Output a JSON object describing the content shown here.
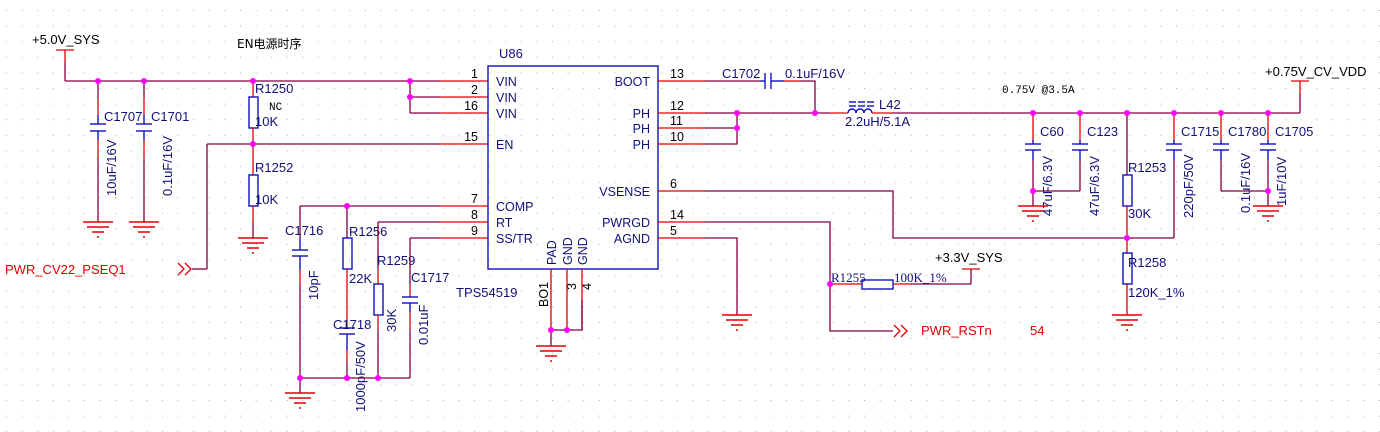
{
  "title": "EN电源时序",
  "nets": {
    "vin_5v": "+5.0V_SYS",
    "vout": "+0.75V_CV_VDD",
    "v33": "+3.3V_SYS",
    "vout_note": "0.75V @3.5A"
  },
  "ports": {
    "pseq": "PWR_CV22_PSEQ1",
    "rstn": "PWR_RSTn",
    "rstn_page": "54"
  },
  "ic": {
    "ref": "U86",
    "part": "TPS54519",
    "left_pins": [
      {
        "num": "1",
        "name": "VIN"
      },
      {
        "num": "2",
        "name": "VIN"
      },
      {
        "num": "16",
        "name": "VIN"
      },
      {
        "num": "15",
        "name": "EN"
      },
      {
        "num": "7",
        "name": "COMP"
      },
      {
        "num": "8",
        "name": "RT"
      },
      {
        "num": "9",
        "name": "SS/TR"
      }
    ],
    "right_pins": [
      {
        "num": "13",
        "name": "BOOT"
      },
      {
        "num": "12",
        "name": "PH"
      },
      {
        "num": "11",
        "name": "PH"
      },
      {
        "num": "10",
        "name": "PH"
      },
      {
        "num": "6",
        "name": "VSENSE"
      },
      {
        "num": "14",
        "name": "PWRGD"
      },
      {
        "num": "5",
        "name": "AGND"
      }
    ],
    "bottom_pins": [
      {
        "num": "BO1",
        "name": "PAD"
      },
      {
        "num": "3",
        "name": "GND"
      },
      {
        "num": "4",
        "name": "GND"
      }
    ]
  },
  "components": {
    "C1707": {
      "ref": "C1707",
      "value": "10uF/16V"
    },
    "C1701": {
      "ref": "C1701",
      "value": "0.1uF/16V"
    },
    "R1250": {
      "ref": "R1250",
      "value": "10K",
      "note": "NC"
    },
    "R1252": {
      "ref": "R1252",
      "value": "10K"
    },
    "C1716": {
      "ref": "C1716",
      "value": "10pF"
    },
    "R1256": {
      "ref": "R1256",
      "value": "22K"
    },
    "C1718": {
      "ref": "C1718",
      "value": "1000pF/50V"
    },
    "R1259": {
      "ref": "R1259",
      "value": "30K"
    },
    "C1717": {
      "ref": "C1717",
      "value": "0.01uF"
    },
    "C1702": {
      "ref": "C1702",
      "value": "0.1uF/16V"
    },
    "L42": {
      "ref": "L42",
      "value": "2.2uH/5.1A"
    },
    "C60": {
      "ref": "C60",
      "value": "47uF/6.3V"
    },
    "C123": {
      "ref": "C123",
      "value": "47uF/6.3V"
    },
    "R1253": {
      "ref": "R1253",
      "value": "30K"
    },
    "C1715": {
      "ref": "C1715",
      "value": "220pF/50V"
    },
    "C1780": {
      "ref": "C1780",
      "value": "0.1uF/16V"
    },
    "C1705": {
      "ref": "C1705",
      "value": "1uF/10V"
    },
    "R1258": {
      "ref": "R1258",
      "value": "120K_1%"
    },
    "R1255": {
      "ref": "R1255",
      "value": "100K_1%"
    }
  }
}
